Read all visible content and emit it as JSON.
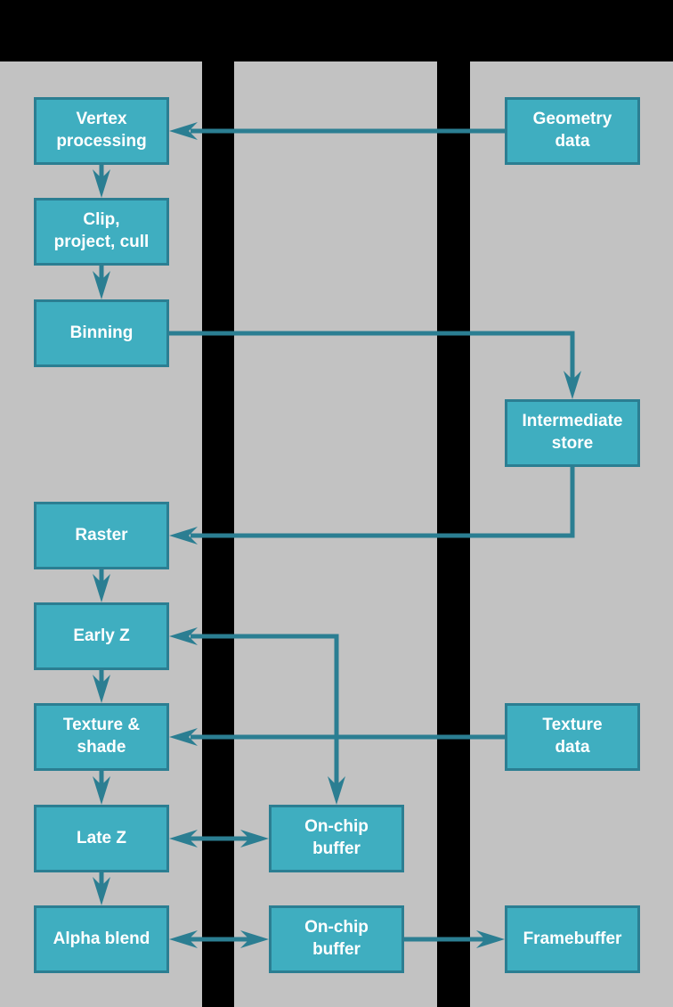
{
  "colors": {
    "background_gray": "#C2C2C2",
    "band_black": "#000000",
    "node_fill": "#3FAEC0",
    "node_border": "#2B7E92",
    "connector": "#2B7E92",
    "label_text": "#FFFFFF"
  },
  "diagram": {
    "nodes": {
      "vertex_processing": "Vertex\nprocessing",
      "clip_project_cull": "Clip,\nproject, cull",
      "binning": "Binning",
      "geometry_data": "Geometry\ndata",
      "intermediate_store": "Intermediate\nstore",
      "raster": "Raster",
      "early_z": "Early Z",
      "texture_shade": "Texture &\nshade",
      "texture_data": "Texture\ndata",
      "late_z": "Late Z",
      "onchip_buffer_1": "On-chip\nbuffer",
      "alpha_blend": "Alpha blend",
      "onchip_buffer_2": "On-chip\nbuffer",
      "framebuffer": "Framebuffer"
    },
    "edges": [
      {
        "from": "geometry_data",
        "to": "vertex_processing",
        "direction": "one-way"
      },
      {
        "from": "vertex_processing",
        "to": "clip_project_cull",
        "direction": "one-way"
      },
      {
        "from": "clip_project_cull",
        "to": "binning",
        "direction": "one-way"
      },
      {
        "from": "binning",
        "to": "intermediate_store",
        "direction": "one-way"
      },
      {
        "from": "intermediate_store",
        "to": "raster",
        "direction": "one-way"
      },
      {
        "from": "raster",
        "to": "early_z",
        "direction": "one-way"
      },
      {
        "from": "early_z",
        "to": "onchip_buffer_1",
        "direction": "two-way"
      },
      {
        "from": "early_z",
        "to": "texture_shade",
        "direction": "one-way"
      },
      {
        "from": "texture_data",
        "to": "texture_shade",
        "direction": "one-way"
      },
      {
        "from": "texture_shade",
        "to": "late_z",
        "direction": "one-way"
      },
      {
        "from": "late_z",
        "to": "onchip_buffer_1",
        "direction": "two-way"
      },
      {
        "from": "late_z",
        "to": "alpha_blend",
        "direction": "one-way"
      },
      {
        "from": "alpha_blend",
        "to": "onchip_buffer_2",
        "direction": "two-way"
      },
      {
        "from": "onchip_buffer_2",
        "to": "framebuffer",
        "direction": "one-way"
      }
    ]
  }
}
